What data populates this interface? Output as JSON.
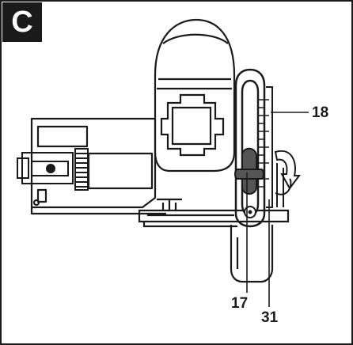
{
  "panel": {
    "label": "C"
  },
  "callouts": {
    "c18": "18",
    "c17": "17",
    "c31": "31"
  },
  "colors": {
    "ink": "#1a1a1a",
    "fill_dark": "#555555",
    "paper": "#ffffff"
  }
}
